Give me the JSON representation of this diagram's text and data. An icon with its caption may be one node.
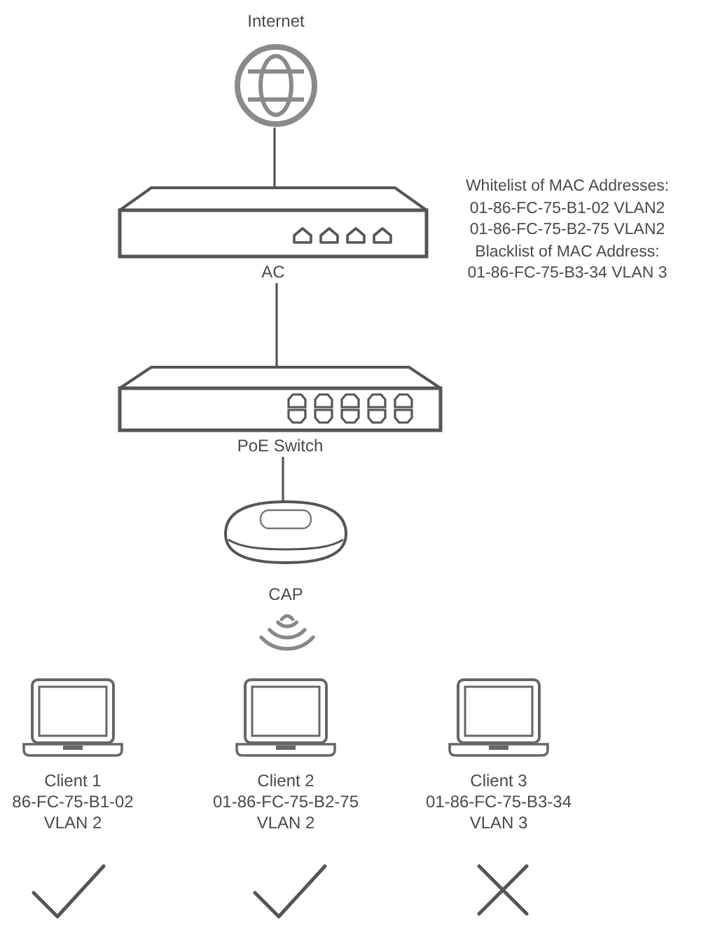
{
  "diagram": {
    "nodes": [
      {
        "text": [
          "Internet"
        ]
      },
      {
        "text": [
          "AC"
        ],
        "beside": [
          "Whitelist of MAC Addresses:",
          "01-86-FC-75-B1-02 VLAN2",
          "01-86-FC-75-B2-75 VLAN2",
          "Blacklist of MAC Address:",
          "01-86-FC-75-B3-34 VLAN 3"
        ]
      },
      {
        "text": [
          "PoE Switch"
        ]
      },
      {
        "text": [
          "CAP"
        ]
      },
      {
        "text": [
          "Client 1",
          "86-FC-75-B1-02",
          "VLAN 2"
        ]
      },
      {
        "text": [
          "Client 2",
          "01-86-FC-75-B2-75",
          "VLAN 2"
        ]
      },
      {
        "text": [
          "Client 3",
          "01-86-FC-75-B3-34",
          "VLAN 3"
        ]
      },
      {
        "text": [],
        "shape": "check"
      },
      {
        "text": [],
        "shape": "check"
      },
      {
        "text": [],
        "shape": "cross"
      }
    ],
    "edges": [
      {
        "from": 0,
        "to": 1,
        "arrow": "none"
      },
      {
        "from": 1,
        "to": 2,
        "arrow": "none"
      },
      {
        "from": 2,
        "to": 3,
        "arrow": "none"
      }
    ]
  }
}
